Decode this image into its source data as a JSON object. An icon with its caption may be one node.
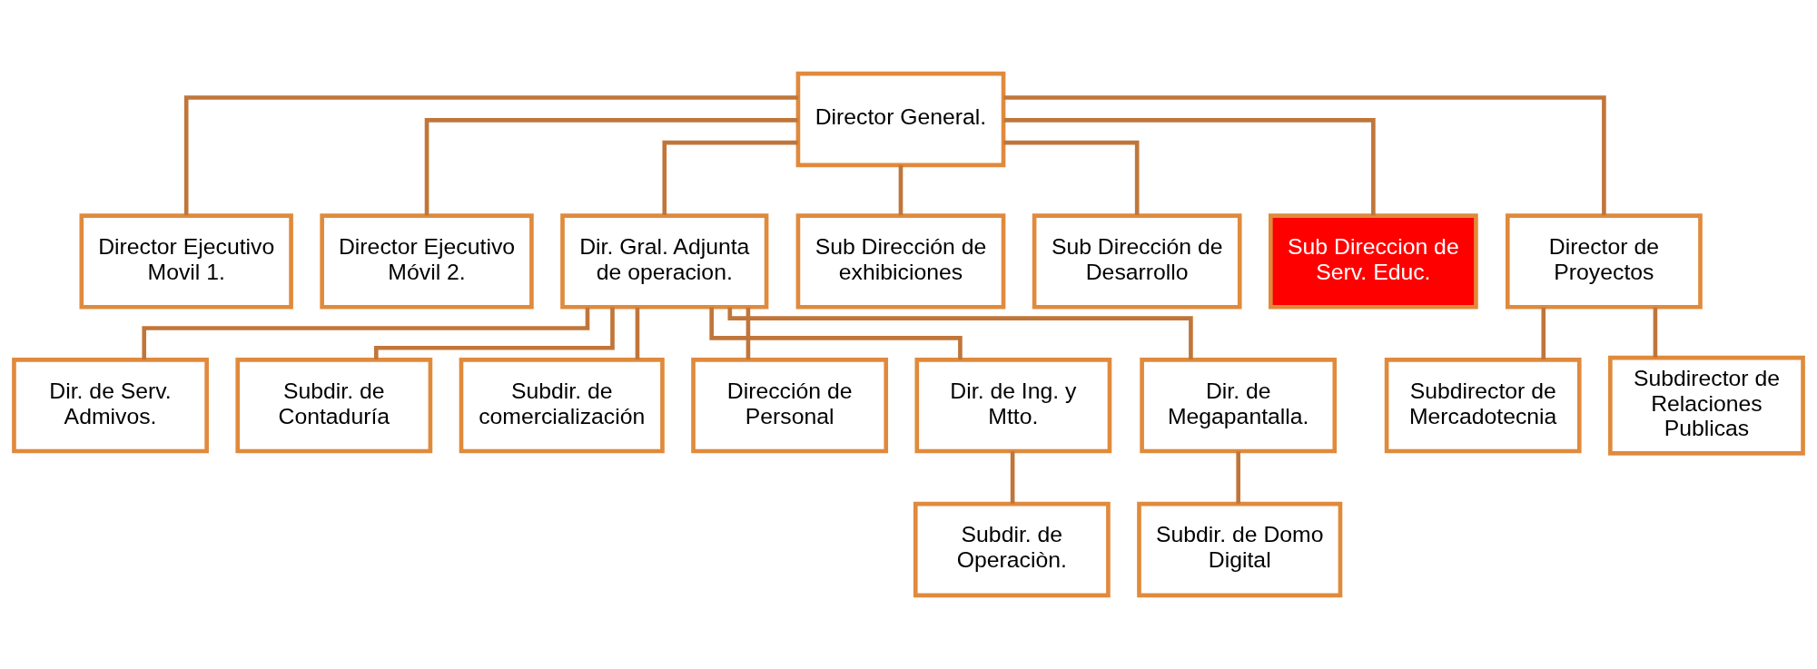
{
  "diagram": {
    "nodes": [
      {
        "text": [
          "Director General."
        ]
      },
      {
        "text": [
          "Director Ejecutivo Movil 1."
        ]
      },
      {
        "text": [
          "Director Ejecutivo Móvil 2."
        ]
      },
      {
        "text": [
          "Dir. Gral. Adjunta de operacion."
        ]
      },
      {
        "text": [
          "Sub Dirección de exhibiciones"
        ]
      },
      {
        "text": [
          "Sub Dirección de Desarrollo"
        ]
      },
      {
        "text": [
          "Sub Direccion de Serv. Educ."
        ]
      },
      {
        "text": [
          "Director de Proyectos"
        ]
      },
      {
        "text": [
          "Dir. de Serv. Admivos."
        ]
      },
      {
        "text": [
          "Subdir. de Contaduría"
        ]
      },
      {
        "text": [
          "Subdir. de comercialización"
        ]
      },
      {
        "text": [
          "Dirección de Personal"
        ]
      },
      {
        "text": [
          "Dir. de Ing. y Mtto."
        ]
      },
      {
        "text": [
          "Dir. de Megapantalla."
        ]
      },
      {
        "text": [
          "Subdir. de Operaciòn."
        ]
      },
      {
        "text": [
          "Subdir. de Domo Digital"
        ]
      },
      {
        "text": [
          "Subdirector de Mercadotecnia"
        ]
      },
      {
        "text": [
          "Subdirector de Relaciones Publicas"
        ]
      }
    ],
    "edges": [
      {
        "from": 0,
        "to": 1,
        "arrow": "none"
      },
      {
        "from": 0,
        "to": 2,
        "arrow": "none"
      },
      {
        "from": 0,
        "to": 3,
        "arrow": "none"
      },
      {
        "from": 0,
        "to": 4,
        "arrow": "none"
      },
      {
        "from": 0,
        "to": 5,
        "arrow": "none"
      },
      {
        "from": 0,
        "to": 6,
        "arrow": "none"
      },
      {
        "from": 0,
        "to": 7,
        "arrow": "none"
      },
      {
        "from": 3,
        "to": 8,
        "arrow": "none"
      },
      {
        "from": 3,
        "to": 9,
        "arrow": "none"
      },
      {
        "from": 3,
        "to": 10,
        "arrow": "none"
      },
      {
        "from": 3,
        "to": 11,
        "arrow": "none"
      },
      {
        "from": 3,
        "to": 12,
        "arrow": "none"
      },
      {
        "from": 3,
        "to": 13,
        "arrow": "none"
      },
      {
        "from": 12,
        "to": 14,
        "arrow": "none"
      },
      {
        "from": 13,
        "to": 15,
        "arrow": "none"
      },
      {
        "from": 7,
        "to": 16,
        "arrow": "none"
      },
      {
        "from": 7,
        "to": 17,
        "arrow": "none"
      }
    ]
  }
}
